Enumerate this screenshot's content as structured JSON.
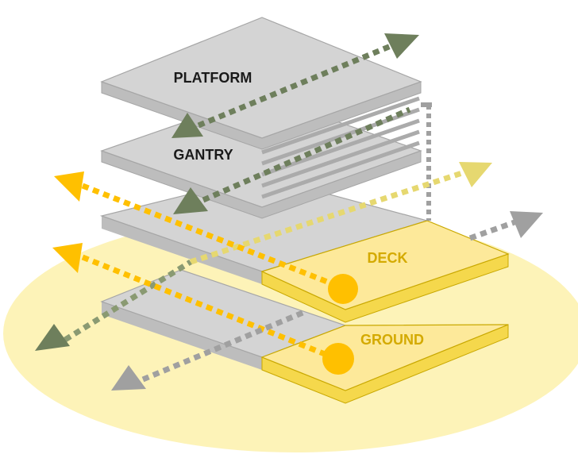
{
  "layers": [
    {
      "id": "platform",
      "label": "PLATFORM"
    },
    {
      "id": "gantry",
      "label": "GANTRY"
    },
    {
      "id": "deck",
      "label": "DECK"
    },
    {
      "id": "ground",
      "label": "GROUND"
    }
  ],
  "colors": {
    "slab_fill": "#d4d4d4",
    "slab_edge": "#a6a6a6",
    "slab_side": "#bdbdbd",
    "yellow_fill": "#fde99a",
    "yellow_edge": "#c9a800",
    "yellow_side": "#f5d84c",
    "halo": "#fdf3b8",
    "green_arrow": "#6e7f5c",
    "orange_arrow": "#ffc000",
    "gray_arrow": "#a0a0a0",
    "pale_arrow": "#e6d870",
    "node": "#ffc000",
    "label_dark": "#1a1a1a",
    "label_gold": "#d4aa00"
  }
}
